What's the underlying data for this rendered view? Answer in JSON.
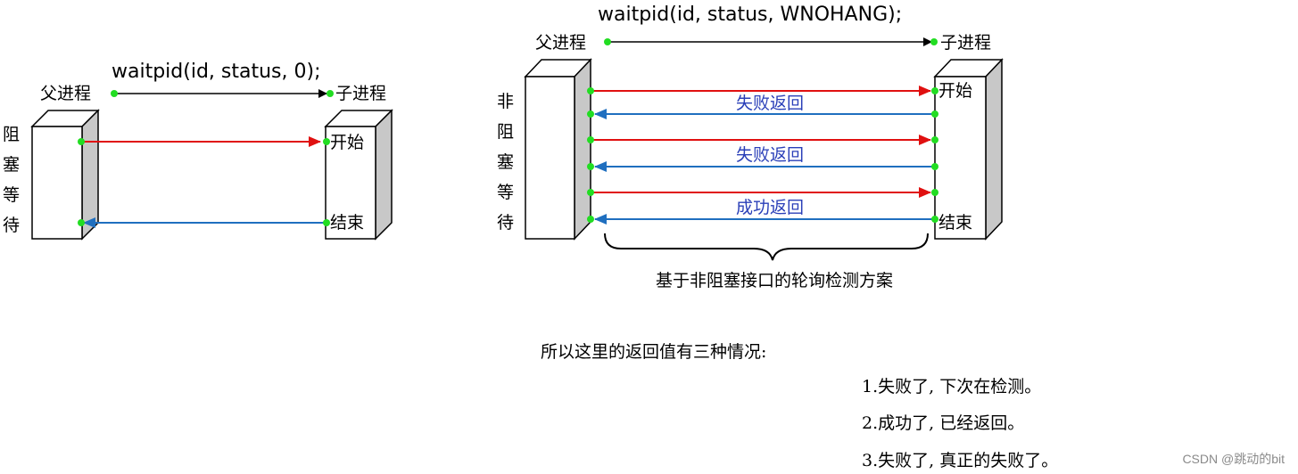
{
  "left": {
    "call": "waitpid(id, status, 0);",
    "parent_label": "父进程",
    "child_label": "子进程",
    "side_label": [
      "阻",
      "塞",
      "等",
      "待"
    ],
    "start_label": "开始",
    "end_label": "结束"
  },
  "right": {
    "call": "waitpid(id, status, WNOHANG);",
    "parent_label": "父进程",
    "child_label": "子进程",
    "side_label": [
      "非",
      "阻",
      "塞",
      "等",
      "待"
    ],
    "start_label": "开始",
    "end_label": "结束",
    "returns": [
      "失败返回",
      "失败返回",
      "成功返回"
    ],
    "brace_caption": "基于非阻塞接口的轮询检测方案"
  },
  "notes": {
    "heading": "所以这里的返回值有三种情况:",
    "items": [
      "1.失败了, 下次在检测。",
      "2.成功了, 已经返回。",
      "3.失败了, 真正的失败了。"
    ]
  },
  "watermark": "CSDN @跳动的bit",
  "colors": {
    "request": "#e01010",
    "reply": "#1f6fbf",
    "dot": "#22dd22",
    "box_side": "#c8c8c8"
  }
}
